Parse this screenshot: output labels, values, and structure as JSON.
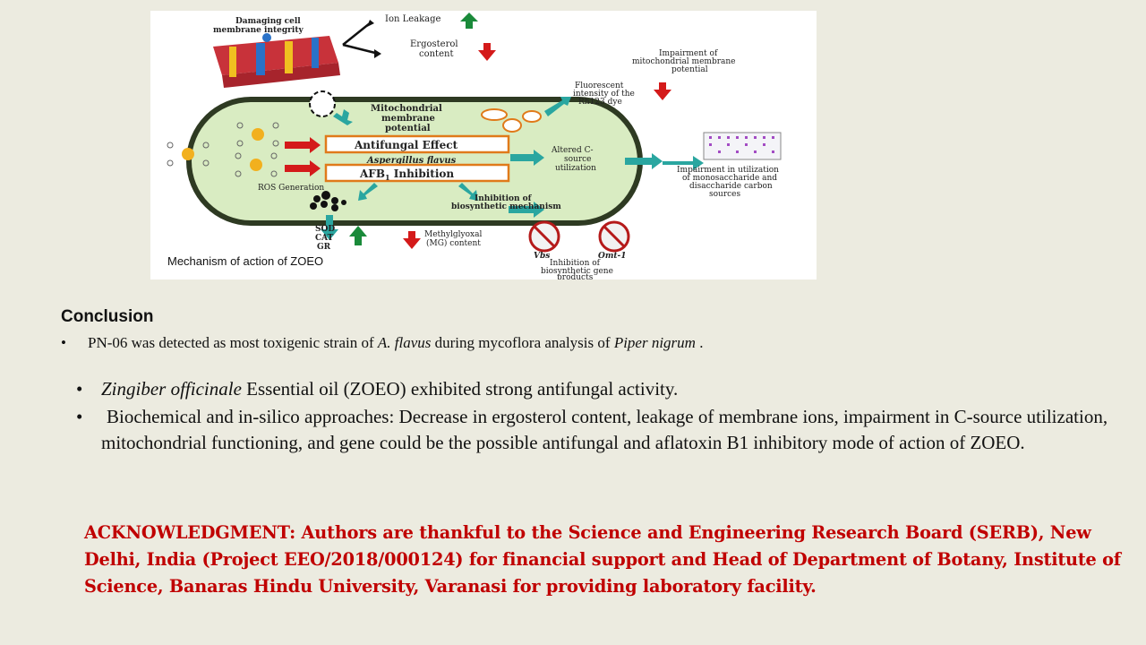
{
  "figure": {
    "caption": "Mechanism of action of ZOEO",
    "labels": {
      "damaging_membrane_1": "Damaging cell",
      "damaging_membrane_2": "membrane integrity",
      "ion_leakage": "Ion Leakage",
      "ergosterol_1": "Ergosterol",
      "ergosterol_2": "content",
      "impair_mito_1": "Impairment of",
      "impair_mito_2": "mitochondrial membrane",
      "impair_mito_3": "potential",
      "fluor_1": "Fluorescent",
      "fluor_2": "intensity of the",
      "fluor_3": "Rh123 dye",
      "mito_pot_1": "Mitochondrial",
      "mito_pot_2": "membrane",
      "mito_pot_3": "potential",
      "antifungal_effect": "Antifungal Effect",
      "aspergillus": "Aspergillus flavus",
      "afb_inhibition": "AFB",
      "afb_sub": "1",
      "afb_inhibition_tail": " Inhibition",
      "altered_c_1": "Altered C-",
      "altered_c_2": "source",
      "altered_c_3": "utilization",
      "impair_util_1": "Impairment in utilization",
      "impair_util_2": "of monosaccharide and",
      "impair_util_3": "disaccharide carbon",
      "impair_util_4": "sources",
      "ros": "ROS Generation",
      "inhib_bio_1": "Inhibition of",
      "inhib_bio_2": "biosynthetic mechanism",
      "sod": "SOD",
      "cat": "CAT",
      "gr": "GR",
      "mg_1": "Methylglyoxal",
      "mg_2": "(MG) content",
      "vbs": "Vbs",
      "omt": "Omt-1",
      "gene_1": "Inhibition of",
      "gene_2": "biosynthetic gene",
      "gene_3": "products"
    }
  },
  "conclusion": {
    "heading": "Conclusion",
    "bullet_glyph": "•",
    "item1": {
      "pre": "PN-06 was detected as most toxigenic strain of ",
      "em1": "A.  flavus",
      "mid": " during mycoflora analysis  of ",
      "em2": "Piper nigrum",
      "post": " ."
    },
    "item2": {
      "em": "Zingiber officinale",
      "rest": " Essential oil (ZOEO) exhibited strong antifungal activity."
    },
    "item3": "Biochemical and in-silico  approaches: Decrease in  ergosterol content, leakage of membrane ions,  impairment in C-source utilization, mitochondrial  functioning, and gene could be the possible  antifungal and aflatoxin B1 inhibitory mode of action  of ZOEO."
  },
  "acknowledgment": "ACKNOWLEDGMENT: Authors are thankful to the Science and Engineering Research Board (SERB), New Delhi, India (Project EEO/2018/000124) for financial support  and Head of Department of Botany, Institute of Science, Banaras Hindu University, Varanasi for providing laboratory facility.",
  "colors": {
    "background": "#ecebe0",
    "acknowledgment_text": "#c00000",
    "arrow_up": "#1a8a3a",
    "arrow_down": "#d41a1a",
    "cell_fill": "#d9ecc2",
    "cell_border": "#2e3a22",
    "box_border": "#e07a1a",
    "teal_arrow": "#2aa6a0"
  }
}
